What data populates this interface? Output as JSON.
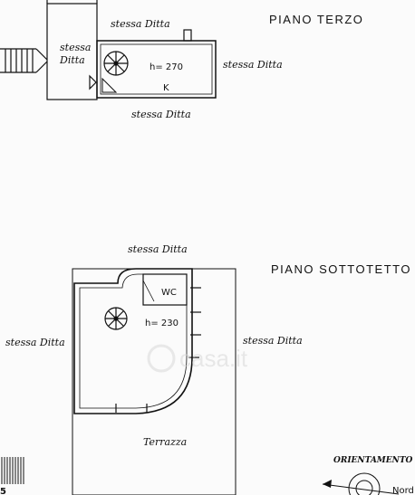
{
  "floors": {
    "terzo": {
      "title": "PIANO TERZO",
      "height_label": "h= 270",
      "room_mark": "K",
      "labels": {
        "stair_side": "stessa Ditta",
        "top": "stessa Ditta",
        "right": "stessa Ditta",
        "bottom": "stessa Ditta"
      }
    },
    "sottotetto": {
      "title": "PIANO SOTTOTETTO",
      "height_label": "h= 230",
      "wc_label": "WC",
      "terrace_label": "Terrazza",
      "labels": {
        "top": "stessa Ditta",
        "left": "stessa Ditta",
        "right": "stessa Ditta"
      }
    }
  },
  "orientation": {
    "label": "ORIENTAMENTO",
    "north": "Nord"
  },
  "page_number": "5",
  "watermark": "casa.it"
}
